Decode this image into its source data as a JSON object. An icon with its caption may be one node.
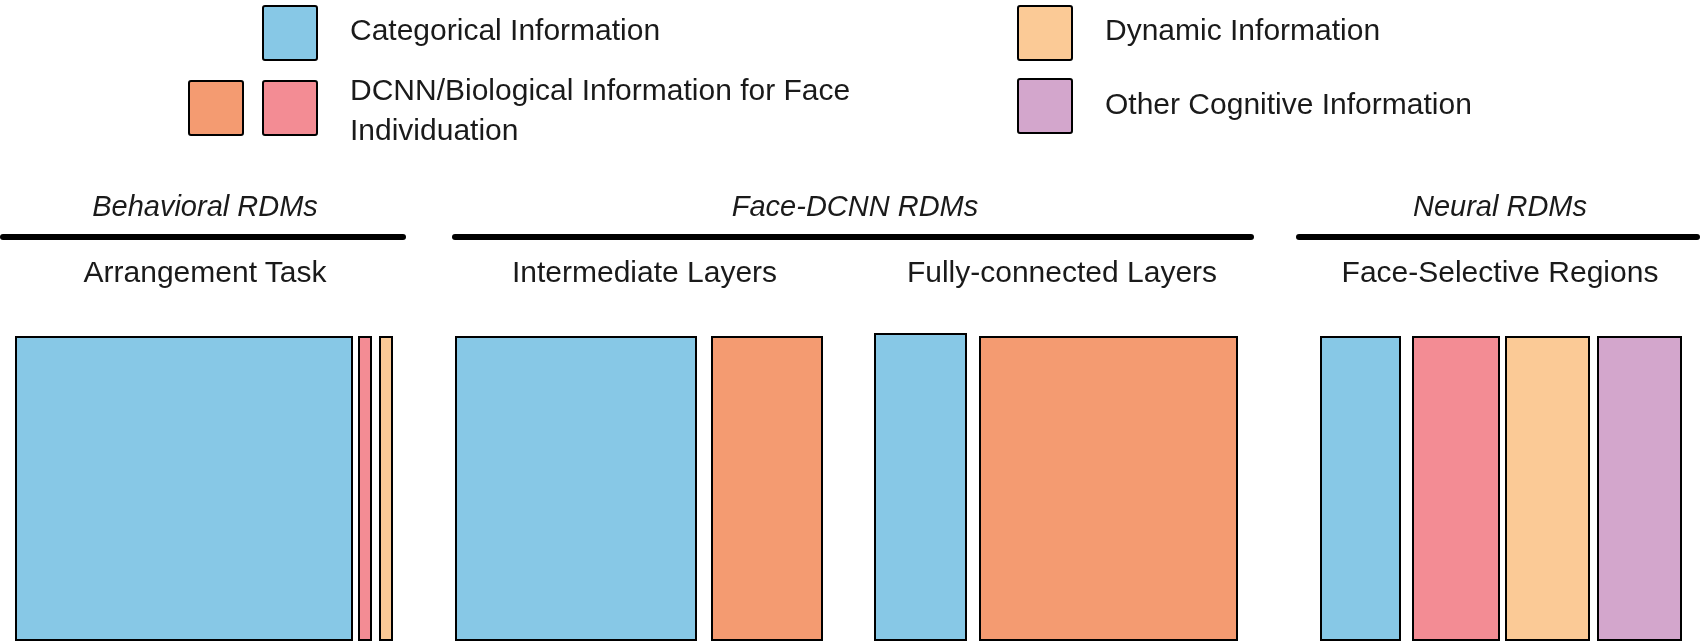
{
  "diagram": {
    "nodes": [
      {
        "text": [
          "Behavioral RDMs"
        ]
      },
      {
        "text": [
          "Arrangement Task"
        ]
      },
      {
        "text": [],
        "shape": "bar"
      },
      {
        "text": [],
        "shape": "bar"
      },
      {
        "text": [],
        "shape": "bar"
      },
      {
        "text": [
          "Face-DCNN RDMs"
        ]
      },
      {
        "text": [
          "Intermediate Layers"
        ]
      },
      {
        "text": [],
        "shape": "bar"
      },
      {
        "text": [],
        "shape": "bar"
      },
      {
        "text": [
          "Fully-connected Layers"
        ]
      },
      {
        "text": [],
        "shape": "bar"
      },
      {
        "text": [],
        "shape": "bar"
      },
      {
        "text": [
          "Neural RDMs"
        ]
      },
      {
        "text": [
          "Face-Selective Regions"
        ]
      },
      {
        "text": [],
        "shape": "bar"
      },
      {
        "text": [],
        "shape": "bar"
      },
      {
        "text": [],
        "shape": "bar"
      },
      {
        "text": [],
        "shape": "bar"
      }
    ],
    "legend": [
      {
        "text": "Categorical Information",
        "color": "#87c8e6"
      },
      {
        "text": "DCNN/Biological Information for Face Individuation",
        "color": "#f49b71"
      },
      {
        "text": "Dynamic Information",
        "color": "#fbca96"
      },
      {
        "text": "Other Cognitive Information",
        "color": "#d3a6cc"
      }
    ]
  }
}
